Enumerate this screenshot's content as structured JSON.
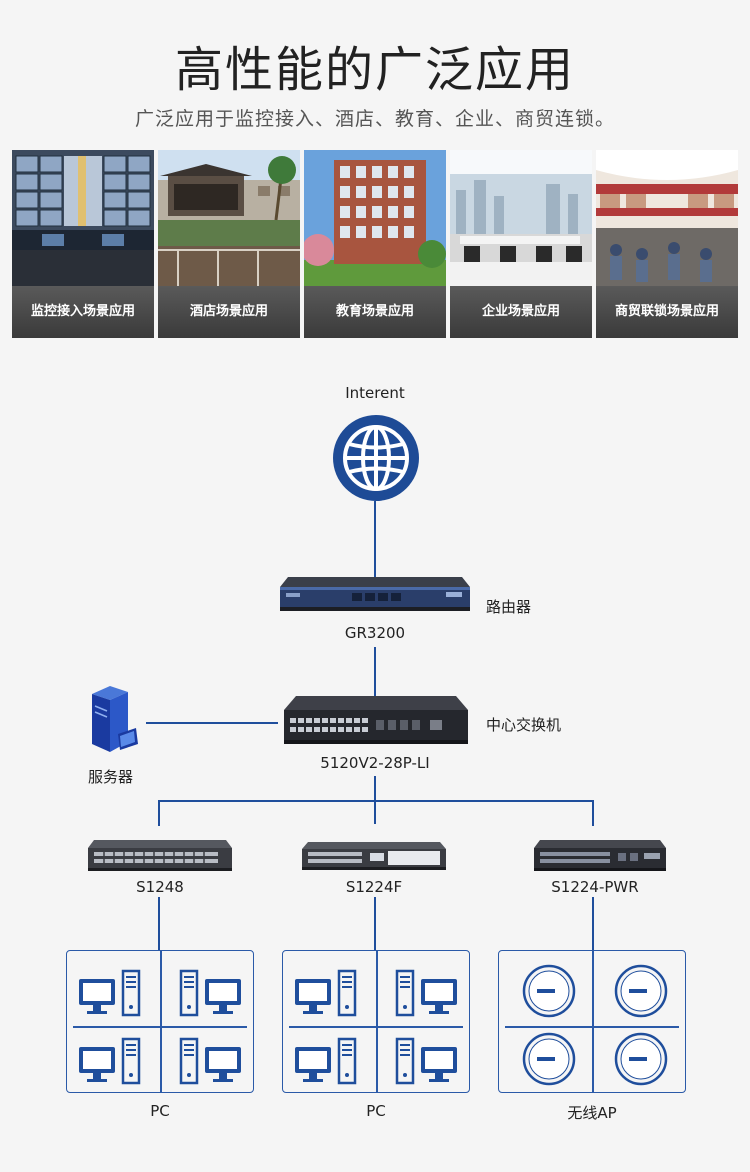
{
  "header": {
    "title": "高性能的广泛应用",
    "subtitle": "广泛应用于监控接入、酒店、教育、企业、商贸连锁。"
  },
  "scenarios": [
    {
      "caption": "监控接入场景应用"
    },
    {
      "caption": "酒店场景应用"
    },
    {
      "caption": "教育场景应用"
    },
    {
      "caption": "企业场景应用"
    },
    {
      "caption": "商贸联锁场景应用"
    }
  ],
  "topology": {
    "internet_label": "Interent",
    "router": {
      "model": "GR3200",
      "role": "路由器"
    },
    "core_switch": {
      "model": "5120V2-28P-LI",
      "role": "中心交换机"
    },
    "server_label": "服务器",
    "access_switches": [
      {
        "model": "S1248"
      },
      {
        "model": "S1224F"
      },
      {
        "model": "S1224-PWR"
      }
    ],
    "endpoint_groups": [
      {
        "label": "PC"
      },
      {
        "label": "PC"
      },
      {
        "label": "无线AP"
      }
    ]
  },
  "colors": {
    "line": "#1f4e9c",
    "globe": "#1e4b96",
    "caption_bg": "#4a4a4a",
    "background": "#f5f5f5"
  }
}
